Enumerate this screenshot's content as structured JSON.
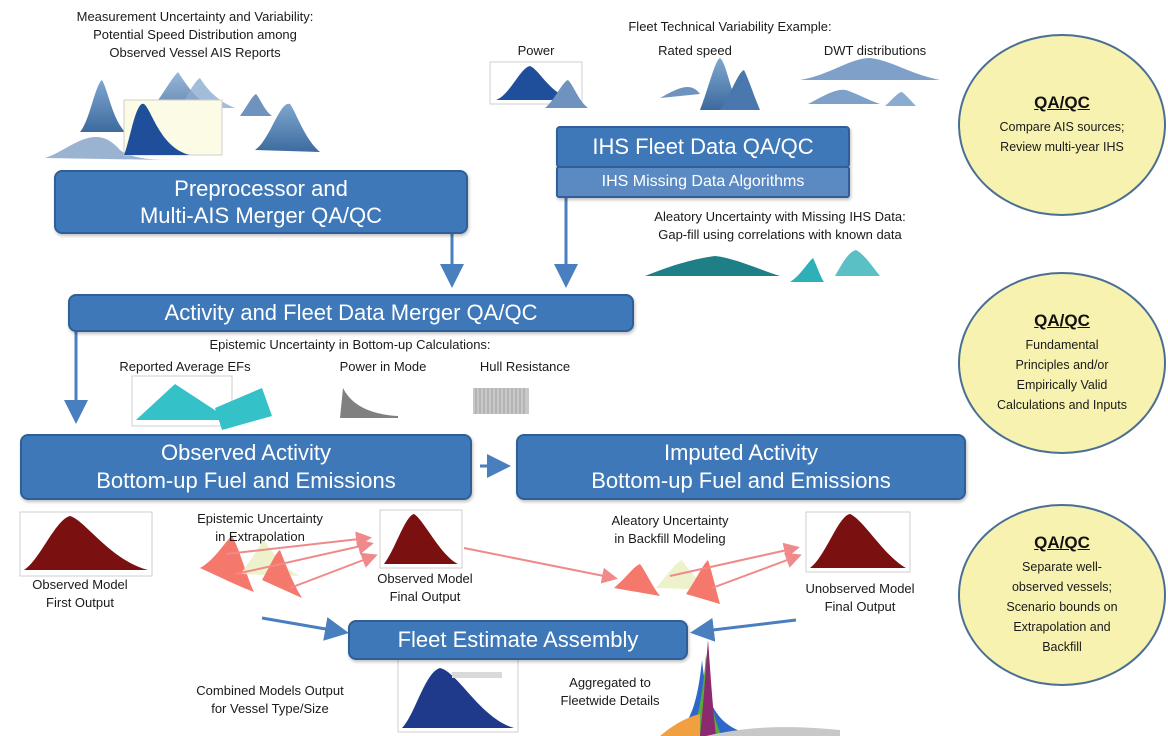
{
  "top_left": {
    "line1": "Measurement Uncertainty and Variability:",
    "line2": "Potential Speed Distribution among",
    "line3": "Observed Vessel AIS Reports"
  },
  "fleet_variability": {
    "title": "Fleet Technical Variability Example:",
    "power": "Power",
    "rated_speed": "Rated speed",
    "dwt": "DWT distributions"
  },
  "boxes": {
    "preprocessor_line1": "Preprocessor and",
    "preprocessor_line2": "Multi-AIS Merger QA/QC",
    "ihs_title": "IHS Fleet Data QA/QC",
    "ihs_missing": "IHS Missing Data Algorithms",
    "activity_merger": "Activity and Fleet Data Merger QA/QC",
    "observed_line1": "Observed Activity",
    "observed_line2": "Bottom-up Fuel and Emissions",
    "imputed_line1": "Imputed Activity",
    "imputed_line2": "Bottom-up Fuel and Emissions",
    "fleet_estimate": "Fleet Estimate Assembly"
  },
  "aleatory_ihs": {
    "line1": "Aleatory Uncertainty with Missing IHS Data:",
    "line2": "Gap-fill using correlations with known data"
  },
  "epistemic_bottom_up": {
    "title": "Epistemic Uncertainty in Bottom-up Calculations:",
    "reported": "Reported Average EFs",
    "power_mode": "Power in Mode",
    "hull": "Hull Resistance"
  },
  "outputs": {
    "obs_first_1": "Observed Model",
    "obs_first_2": "First Output",
    "epi_extrap_1": "Epistemic Uncertainty",
    "epi_extrap_2": "in Extrapolation",
    "obs_final_1": "Observed Model",
    "obs_final_2": "Final Output",
    "ale_backfill_1": "Aleatory Uncertainty",
    "ale_backfill_2": "in Backfill Modeling",
    "unobs_final_1": "Unobserved Model",
    "unobs_final_2": "Final Output",
    "combined_1": "Combined Models Output",
    "combined_2": "for Vessel Type/Size",
    "aggregated_1": "Aggregated to",
    "aggregated_2": "Fleetwide Details"
  },
  "qaqc": [
    {
      "title": "QA/QC",
      "body": "Compare AIS sources; Review multi-year IHS"
    },
    {
      "title": "QA/QC",
      "body": "Fundamental Principles and/or Empirically Valid Calculations and Inputs"
    },
    {
      "title": "QA/QC",
      "body": "Separate well-observed vessels; Scenario bounds on Extrapolation and Backfill"
    }
  ],
  "colors": {
    "box_blue": "#3f78b8",
    "circle_fill": "#f7f2b0",
    "arrow_blue": "#4a7fbf",
    "arrow_pink": "#f08a8a",
    "dist_red": "#7a1010",
    "dist_navy": "#1f3a8a",
    "dist_teal": "#2fb0b8"
  }
}
